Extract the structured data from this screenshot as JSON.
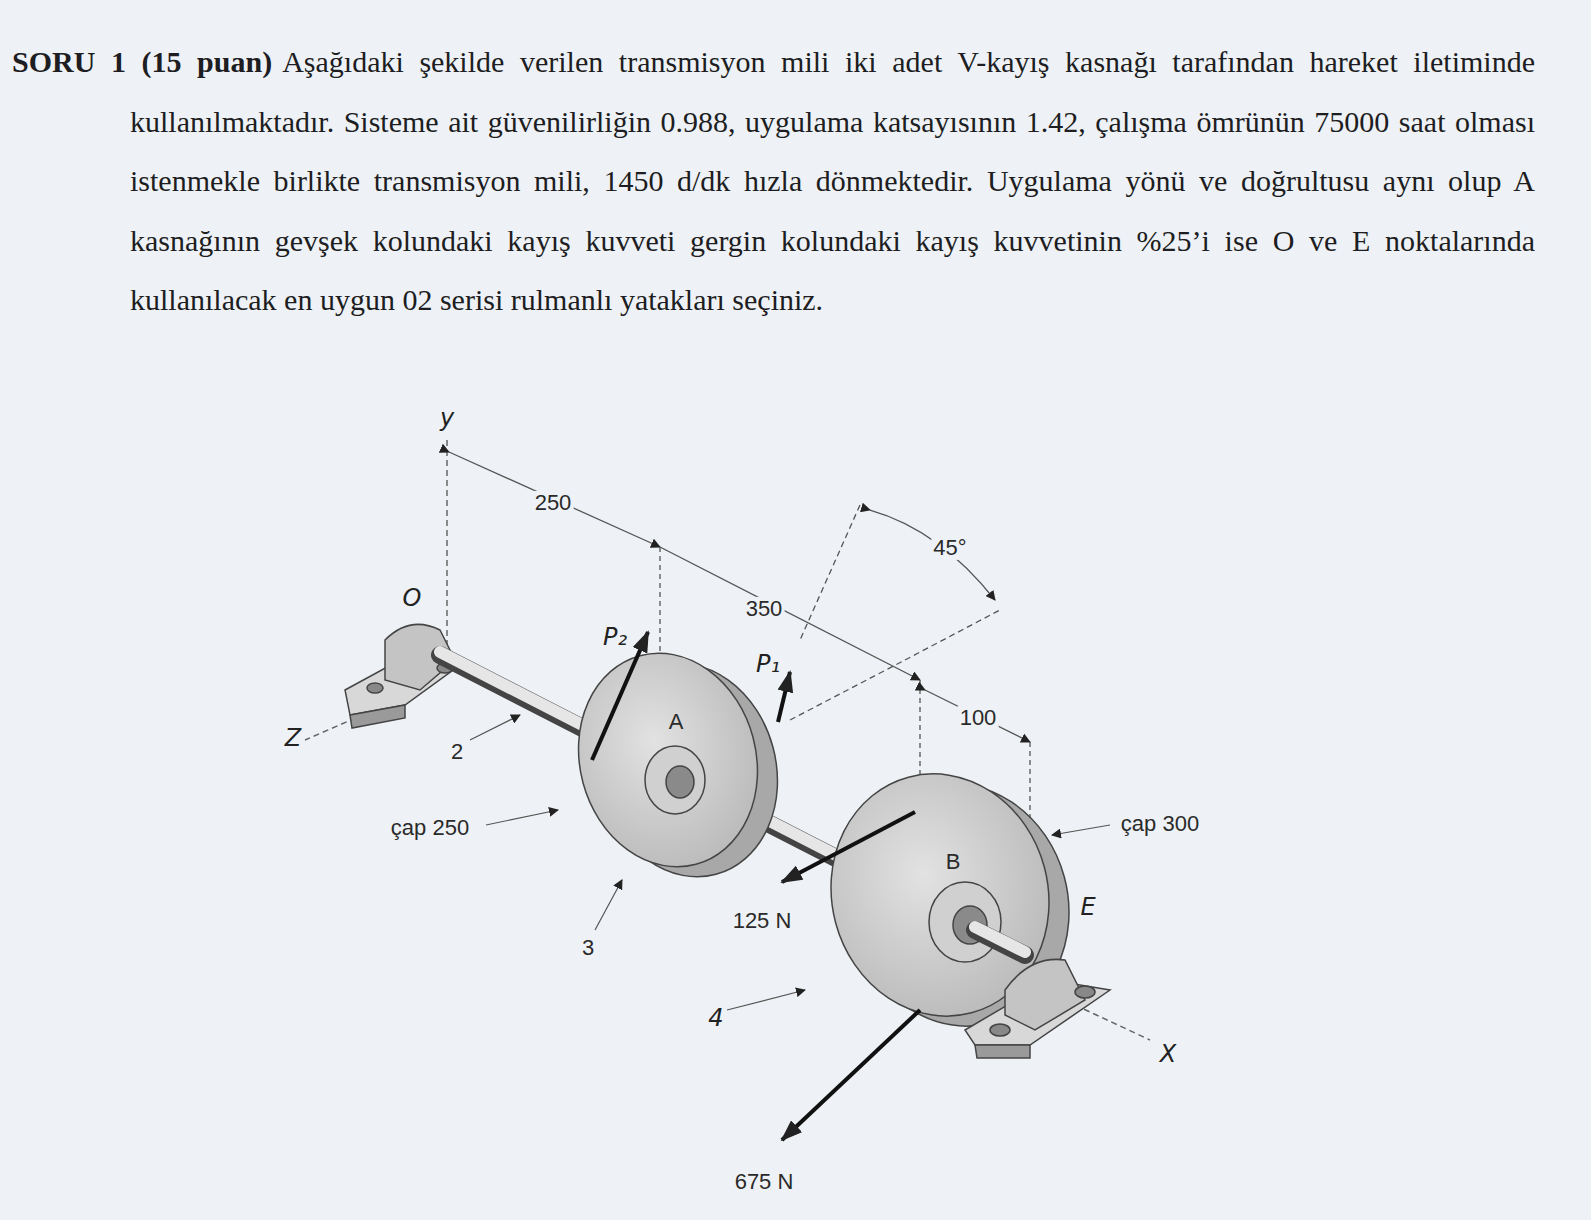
{
  "diagram": {
    "title": "SORU 1 (15 puan)",
    "labels": [
      "Aşağıdaki şekilde verilen transmisyon mili iki adet V-kayış kasnağı tarafından hareket iletiminde kullanılmaktadır. Sisteme ait güvenilirliğin 0.988, uygulama katsayısının 1.42, çalışma ömrünün 75000 saat olması istenmekle birlikte transmisyon mili, 1450 d/dk hızla dönmektedir. Uygulama yönü ve doğrultusu aynı olup A kasnağının gevşek kolundaki kayış kuvveti gergin kolundaki kayış kuvvetinin %25’i ise O ve E noktalarında kullanılacak en uygun 02 serisi rulmanlı yatakları seçiniz.",
      "y",
      "250",
      "350",
      "45°",
      "O",
      "P₂",
      "P₁",
      "A",
      "100",
      "Z",
      "2",
      "çap 250",
      "B",
      "çap 300",
      "E",
      "125 N",
      "3",
      "4",
      "X",
      "675 N"
    ]
  }
}
